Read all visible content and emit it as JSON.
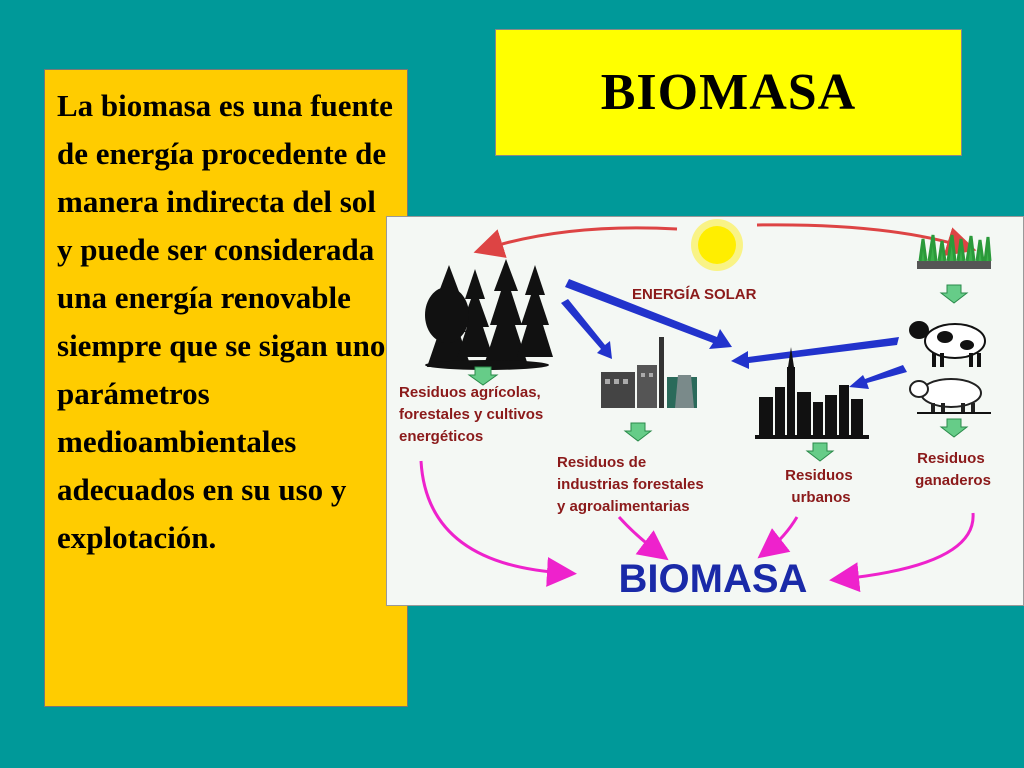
{
  "title": "BIOMASA",
  "description": "La biomasa es una fuente de energía procedente de manera indirecta del sol y puede ser considerada una energía renovable siempre que se sigan unos parámetros medioambientales adecuados en su uso y explotación.",
  "diagram": {
    "solar_label": "ENERGÍA SOLAR",
    "residuos_agricolas": [
      "Residuos agrícolas,",
      "forestales y cultivos",
      "energéticos"
    ],
    "residuos_industrias": [
      "Residuos de",
      "industrias forestales",
      "y agroalimentarias"
    ],
    "residuos_urbanos": [
      "Residuos",
      "urbanos"
    ],
    "residuos_ganaderos": [
      "Residuos",
      "ganaderos"
    ],
    "center_label": "BIOMASA"
  },
  "colors": {
    "background": "#009999",
    "title_box": "#ffff00",
    "text_box": "#ffcc00",
    "label_red": "#8b1a1a",
    "biomasa_blue": "#1a2aa8",
    "arrow_blue": "#2233cc",
    "arrow_magenta": "#ee22cc",
    "arrow_red": "#dd4444",
    "arrow_green": "#66cc88",
    "sun": "#ffee00"
  },
  "icons": [
    "sun-icon",
    "trees-icon",
    "factory-icon",
    "city-icon",
    "grass-icon",
    "cow-icon",
    "pig-icon"
  ]
}
